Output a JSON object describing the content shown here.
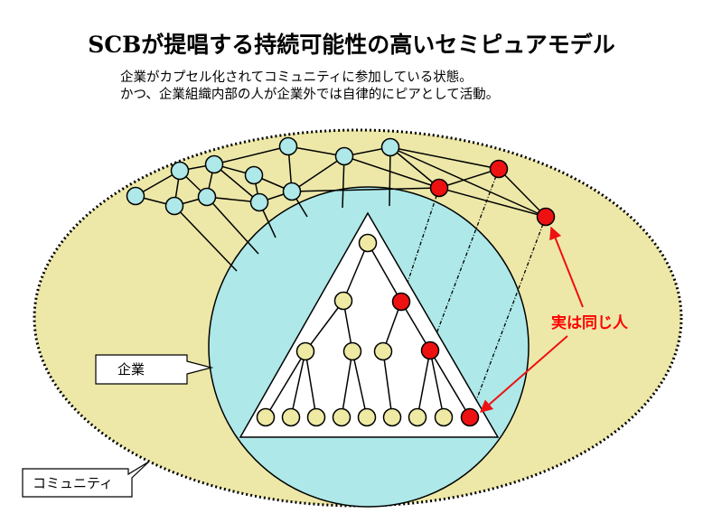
{
  "title": "SCBが提唱する持続可能性の高いセミピュアモデル",
  "subtitle_line1": "企業がカプセル化されてコミュニティに参加している状態。",
  "subtitle_line2": "かつ、企業組織内部の人が企業外では自律的にピアとして活動。",
  "labels": {
    "company": "企業",
    "community": "コミュニティ",
    "same_person": "実は同じ人"
  },
  "colors": {
    "community_fill": "#ede8a8",
    "company_fill": "#aee8e8",
    "peer_node": "#aee8e8",
    "org_node": "#eeeaa4",
    "highlight_node": "#ee1111",
    "arrow": "#ee1111"
  }
}
